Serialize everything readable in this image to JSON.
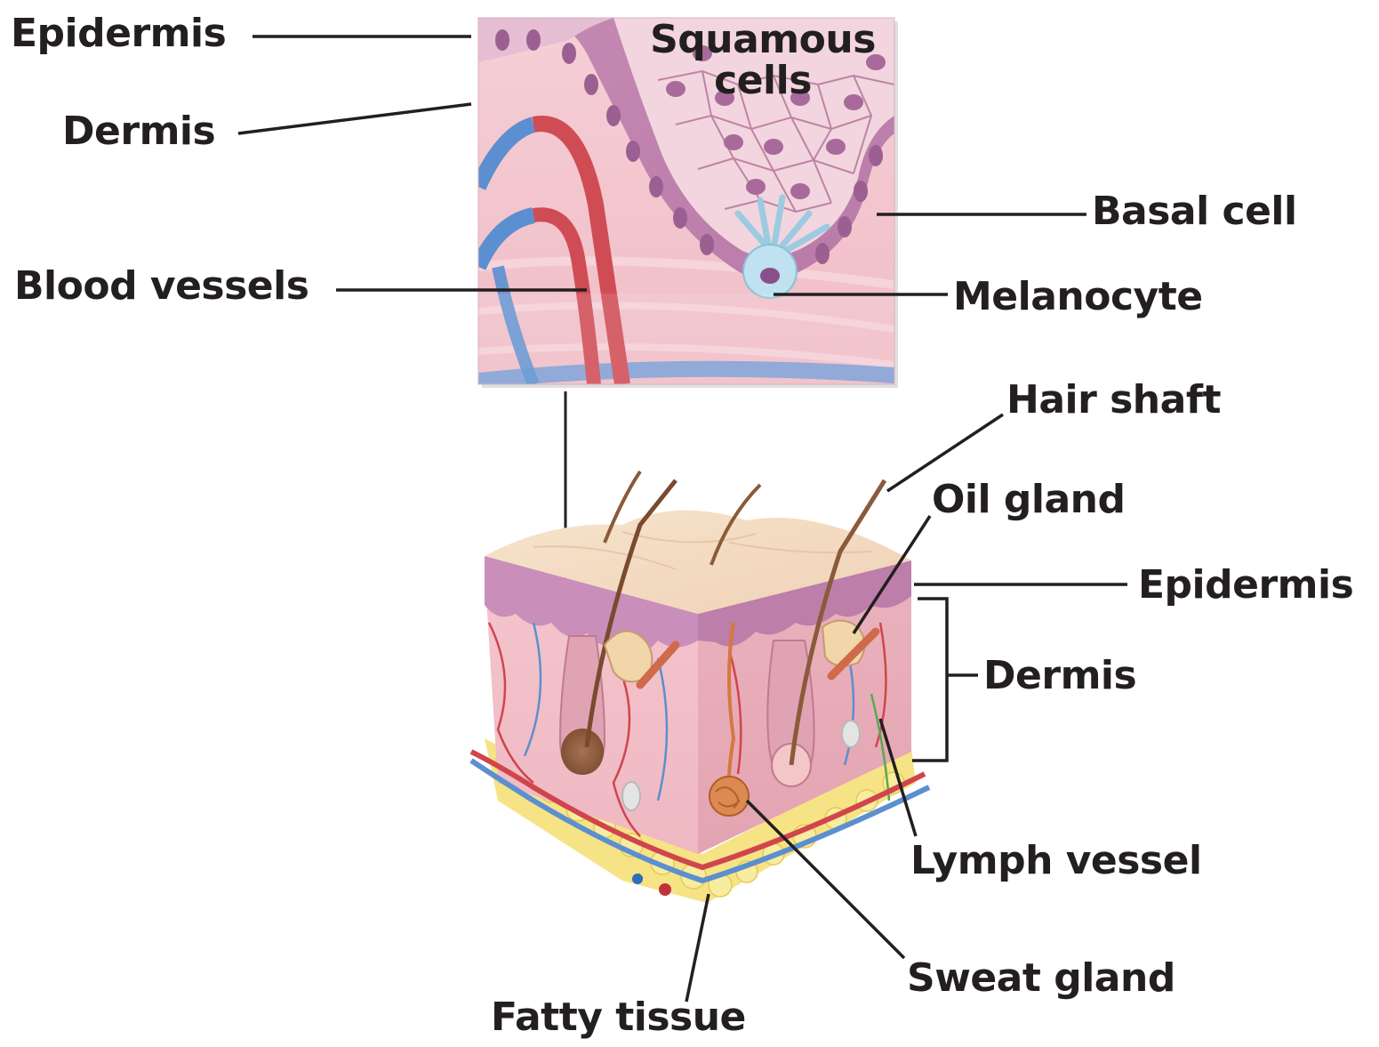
{
  "labels": {
    "epidermis_top": "Epidermis",
    "dermis_top": "Dermis",
    "squamous_cells": "Squamous cells",
    "basal_cell": "Basal cell",
    "blood_vessels": "Blood vessels",
    "melanocyte": "Melanocyte",
    "hair_shaft": "Hair shaft",
    "oil_gland": "Oil gland",
    "epidermis_bottom": "Epidermis",
    "dermis_bottom": "Dermis",
    "lymph_vessel": "Lymph vessel",
    "sweat_gland": "Sweat gland",
    "fatty_tissue": "Fatty tissue"
  },
  "colors": {
    "label_text": "#231f20",
    "leader_line": "#231f20",
    "dermis_pink": "#f3c7cf",
    "epidermis_cells": "#c98fba",
    "skin_surface": "#f3dcc4",
    "artery_red": "#d0454d",
    "vein_blue": "#5b8fd0",
    "fat_yellow": "#f5e27e",
    "melanocyte_blue": "#bfe1f0",
    "hair_brown": "#8a5a3a"
  }
}
